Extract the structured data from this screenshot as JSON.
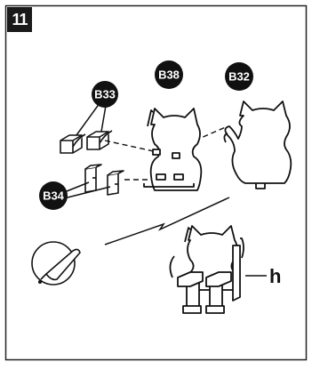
{
  "step": {
    "number": "11"
  },
  "parts": [
    {
      "id": "B33",
      "label": "B33"
    },
    {
      "id": "B38",
      "label": "B38"
    },
    {
      "id": "B32",
      "label": "B32"
    },
    {
      "id": "B34",
      "label": "B34"
    }
  ],
  "callout": {
    "label": "h"
  },
  "icons": [
    "glue-tube-icon",
    "cat-piece-b38",
    "cat-piece-b32",
    "assembled-cat"
  ],
  "colors": {
    "ink": "#111111",
    "badge": "#1a1a1a",
    "background": "#ffffff"
  }
}
